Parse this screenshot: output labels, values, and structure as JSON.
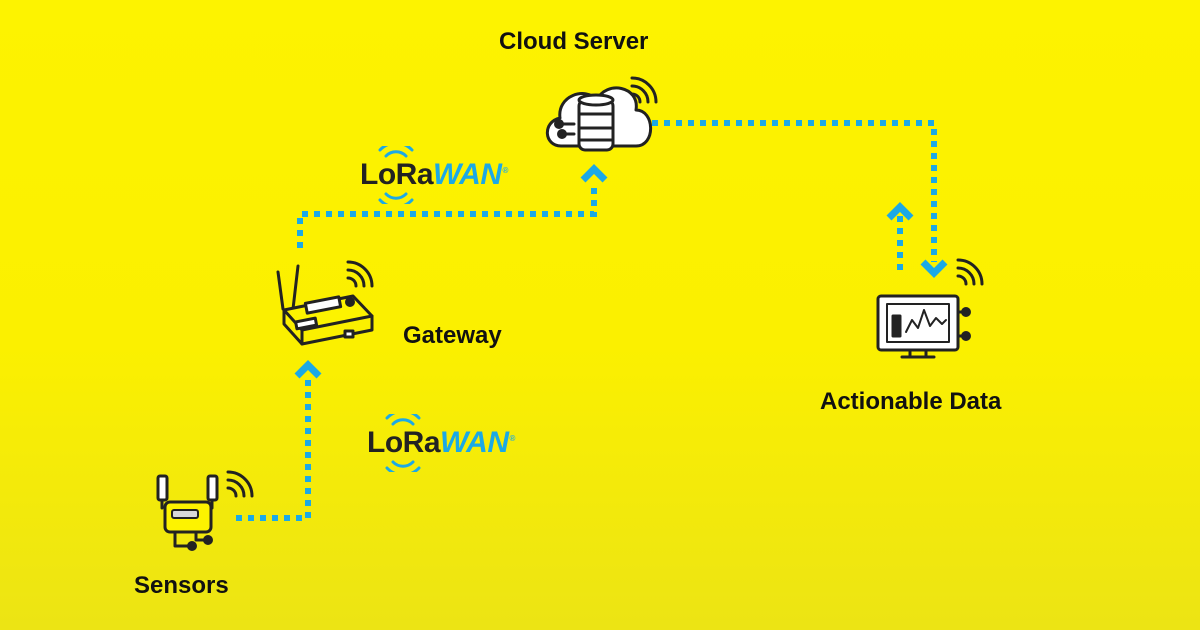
{
  "nodes": {
    "cloud_server": "Cloud Server",
    "gateway": "Gateway",
    "sensors": "Sensors",
    "actionable_data": "Actionable Data"
  },
  "lorawan_badges": [
    {
      "part1": "LoRa",
      "part2": "WAN",
      "mark": "®"
    },
    {
      "part1": "LoRa",
      "part2": "WAN",
      "mark": "®"
    }
  ],
  "colors": {
    "background": "#fdf300",
    "flow_line": "#1ba9e6",
    "icon_stroke": "#222222",
    "lorawan_dark": "#222222",
    "lorawan_blue": "#1ba9e6"
  },
  "icons": [
    "sensor-icon",
    "gateway-router-icon",
    "cloud-database-icon",
    "monitor-chart-icon",
    "wireless-signal-icon"
  ]
}
